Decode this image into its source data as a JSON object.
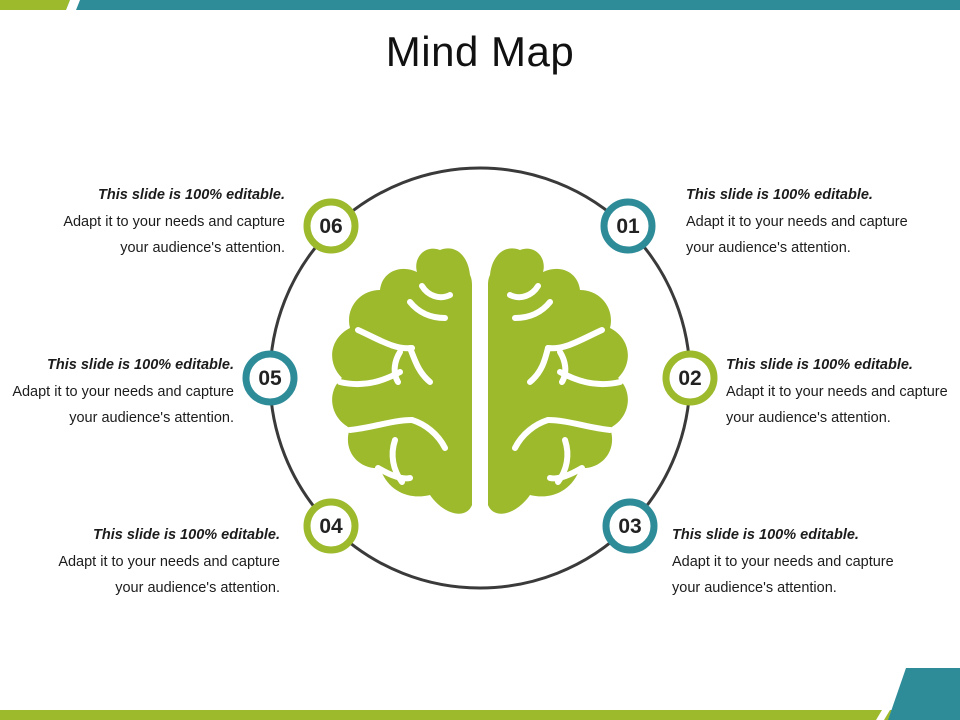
{
  "title": "Mind Map",
  "colors": {
    "green": "#9CBA2C",
    "teal": "#2E8C99",
    "ring": "#3a3a3a"
  },
  "nodes": [
    {
      "num": "01",
      "color": "teal",
      "head": "This slide is 100% editable.",
      "line1": "Adapt it to your needs and capture",
      "line2": "your audience's attention."
    },
    {
      "num": "02",
      "color": "green",
      "head": "This slide is 100% editable.",
      "line1": "Adapt it to your needs and capture",
      "line2": "your audience's attention."
    },
    {
      "num": "03",
      "color": "teal",
      "head": "This slide is 100% editable.",
      "line1": "Adapt it to your needs and capture",
      "line2": "your audience's attention."
    },
    {
      "num": "04",
      "color": "green",
      "head": "This slide is 100% editable.",
      "line1": "Adapt it to your needs and capture",
      "line2": "your audience's attention."
    },
    {
      "num": "05",
      "color": "teal",
      "head": "This slide is 100% editable.",
      "line1": "Adapt it to your needs and capture",
      "line2": "your audience's attention."
    },
    {
      "num": "06",
      "color": "green",
      "head": "This slide is 100% editable.",
      "line1": "Adapt it to your needs and capture",
      "line2": "your audience's attention."
    }
  ]
}
